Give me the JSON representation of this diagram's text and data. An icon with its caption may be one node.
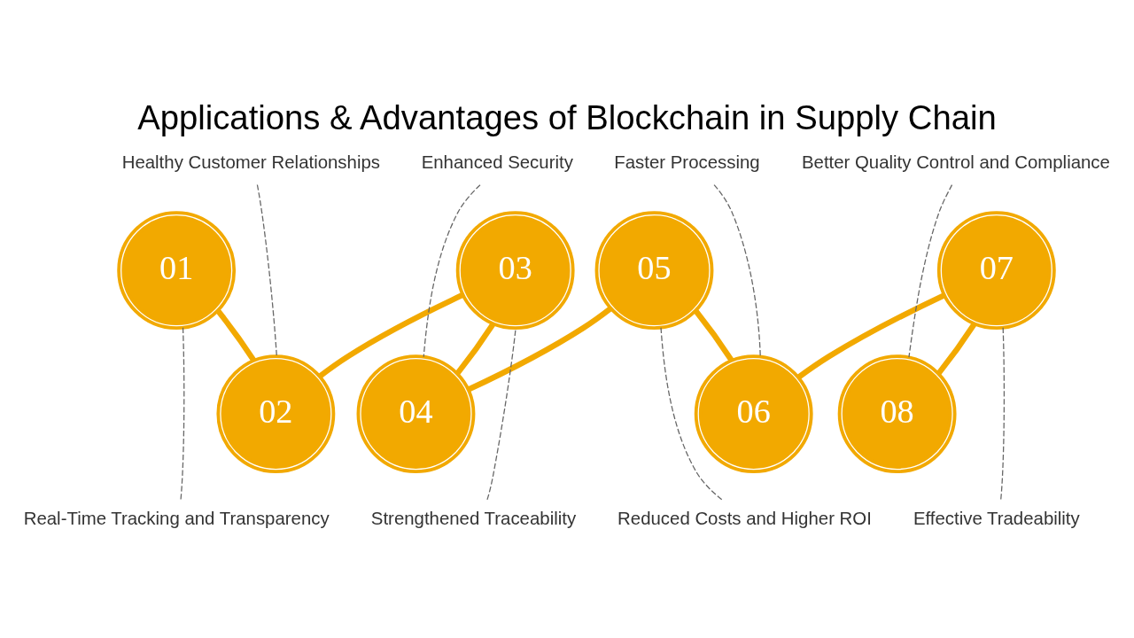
{
  "diagram": {
    "title": "Applications & Advantages of Blockchain in Supply Chain",
    "nodes": [
      {
        "text": [
          "01"
        ]
      },
      {
        "text": [
          "02"
        ]
      },
      {
        "text": [
          "03"
        ]
      },
      {
        "text": [
          "04"
        ]
      },
      {
        "text": [
          "05"
        ]
      },
      {
        "text": [
          "06"
        ]
      },
      {
        "text": [
          "07"
        ]
      },
      {
        "text": [
          "08"
        ]
      },
      {
        "text": [
          "Real-Time Tracking and Transparency"
        ]
      },
      {
        "text": [
          "Healthy Customer Relationships"
        ]
      },
      {
        "text": [
          "Strengthened Traceability"
        ]
      },
      {
        "text": [
          "Enhanced Security"
        ]
      },
      {
        "text": [
          "Reduced Costs and Higher ROI"
        ]
      },
      {
        "text": [
          "Faster Processing"
        ]
      },
      {
        "text": [
          "Effective Tradeability"
        ]
      },
      {
        "text": [
          "Better Quality Control and Compliance"
        ]
      }
    ],
    "edges": [
      {
        "from": 0,
        "to": 1,
        "arrow": "none",
        "style": "thick",
        "color": "#f2a900"
      },
      {
        "from": 1,
        "to": 2,
        "arrow": "none",
        "style": "thick",
        "color": "#f2a900"
      },
      {
        "from": 2,
        "to": 3,
        "arrow": "none",
        "style": "thick",
        "color": "#f2a900"
      },
      {
        "from": 3,
        "to": 4,
        "arrow": "none",
        "style": "thick",
        "color": "#f2a900"
      },
      {
        "from": 4,
        "to": 5,
        "arrow": "none",
        "style": "thick",
        "color": "#f2a900"
      },
      {
        "from": 5,
        "to": 6,
        "arrow": "none",
        "style": "thick",
        "color": "#f2a900"
      },
      {
        "from": 6,
        "to": 7,
        "arrow": "none",
        "style": "thick",
        "color": "#f2a900"
      },
      {
        "from": 8,
        "to": 0,
        "arrow": "none",
        "style": "dashed"
      },
      {
        "from": 9,
        "to": 1,
        "arrow": "none",
        "style": "dashed"
      },
      {
        "from": 10,
        "to": 2,
        "arrow": "none",
        "style": "dashed"
      },
      {
        "from": 11,
        "to": 3,
        "arrow": "none",
        "style": "dashed"
      },
      {
        "from": 12,
        "to": 4,
        "arrow": "none",
        "style": "dashed"
      },
      {
        "from": 13,
        "to": 5,
        "arrow": "none",
        "style": "dashed"
      },
      {
        "from": 14,
        "to": 6,
        "arrow": "none",
        "style": "dashed"
      },
      {
        "from": 15,
        "to": 7,
        "arrow": "none",
        "style": "dashed"
      }
    ]
  }
}
